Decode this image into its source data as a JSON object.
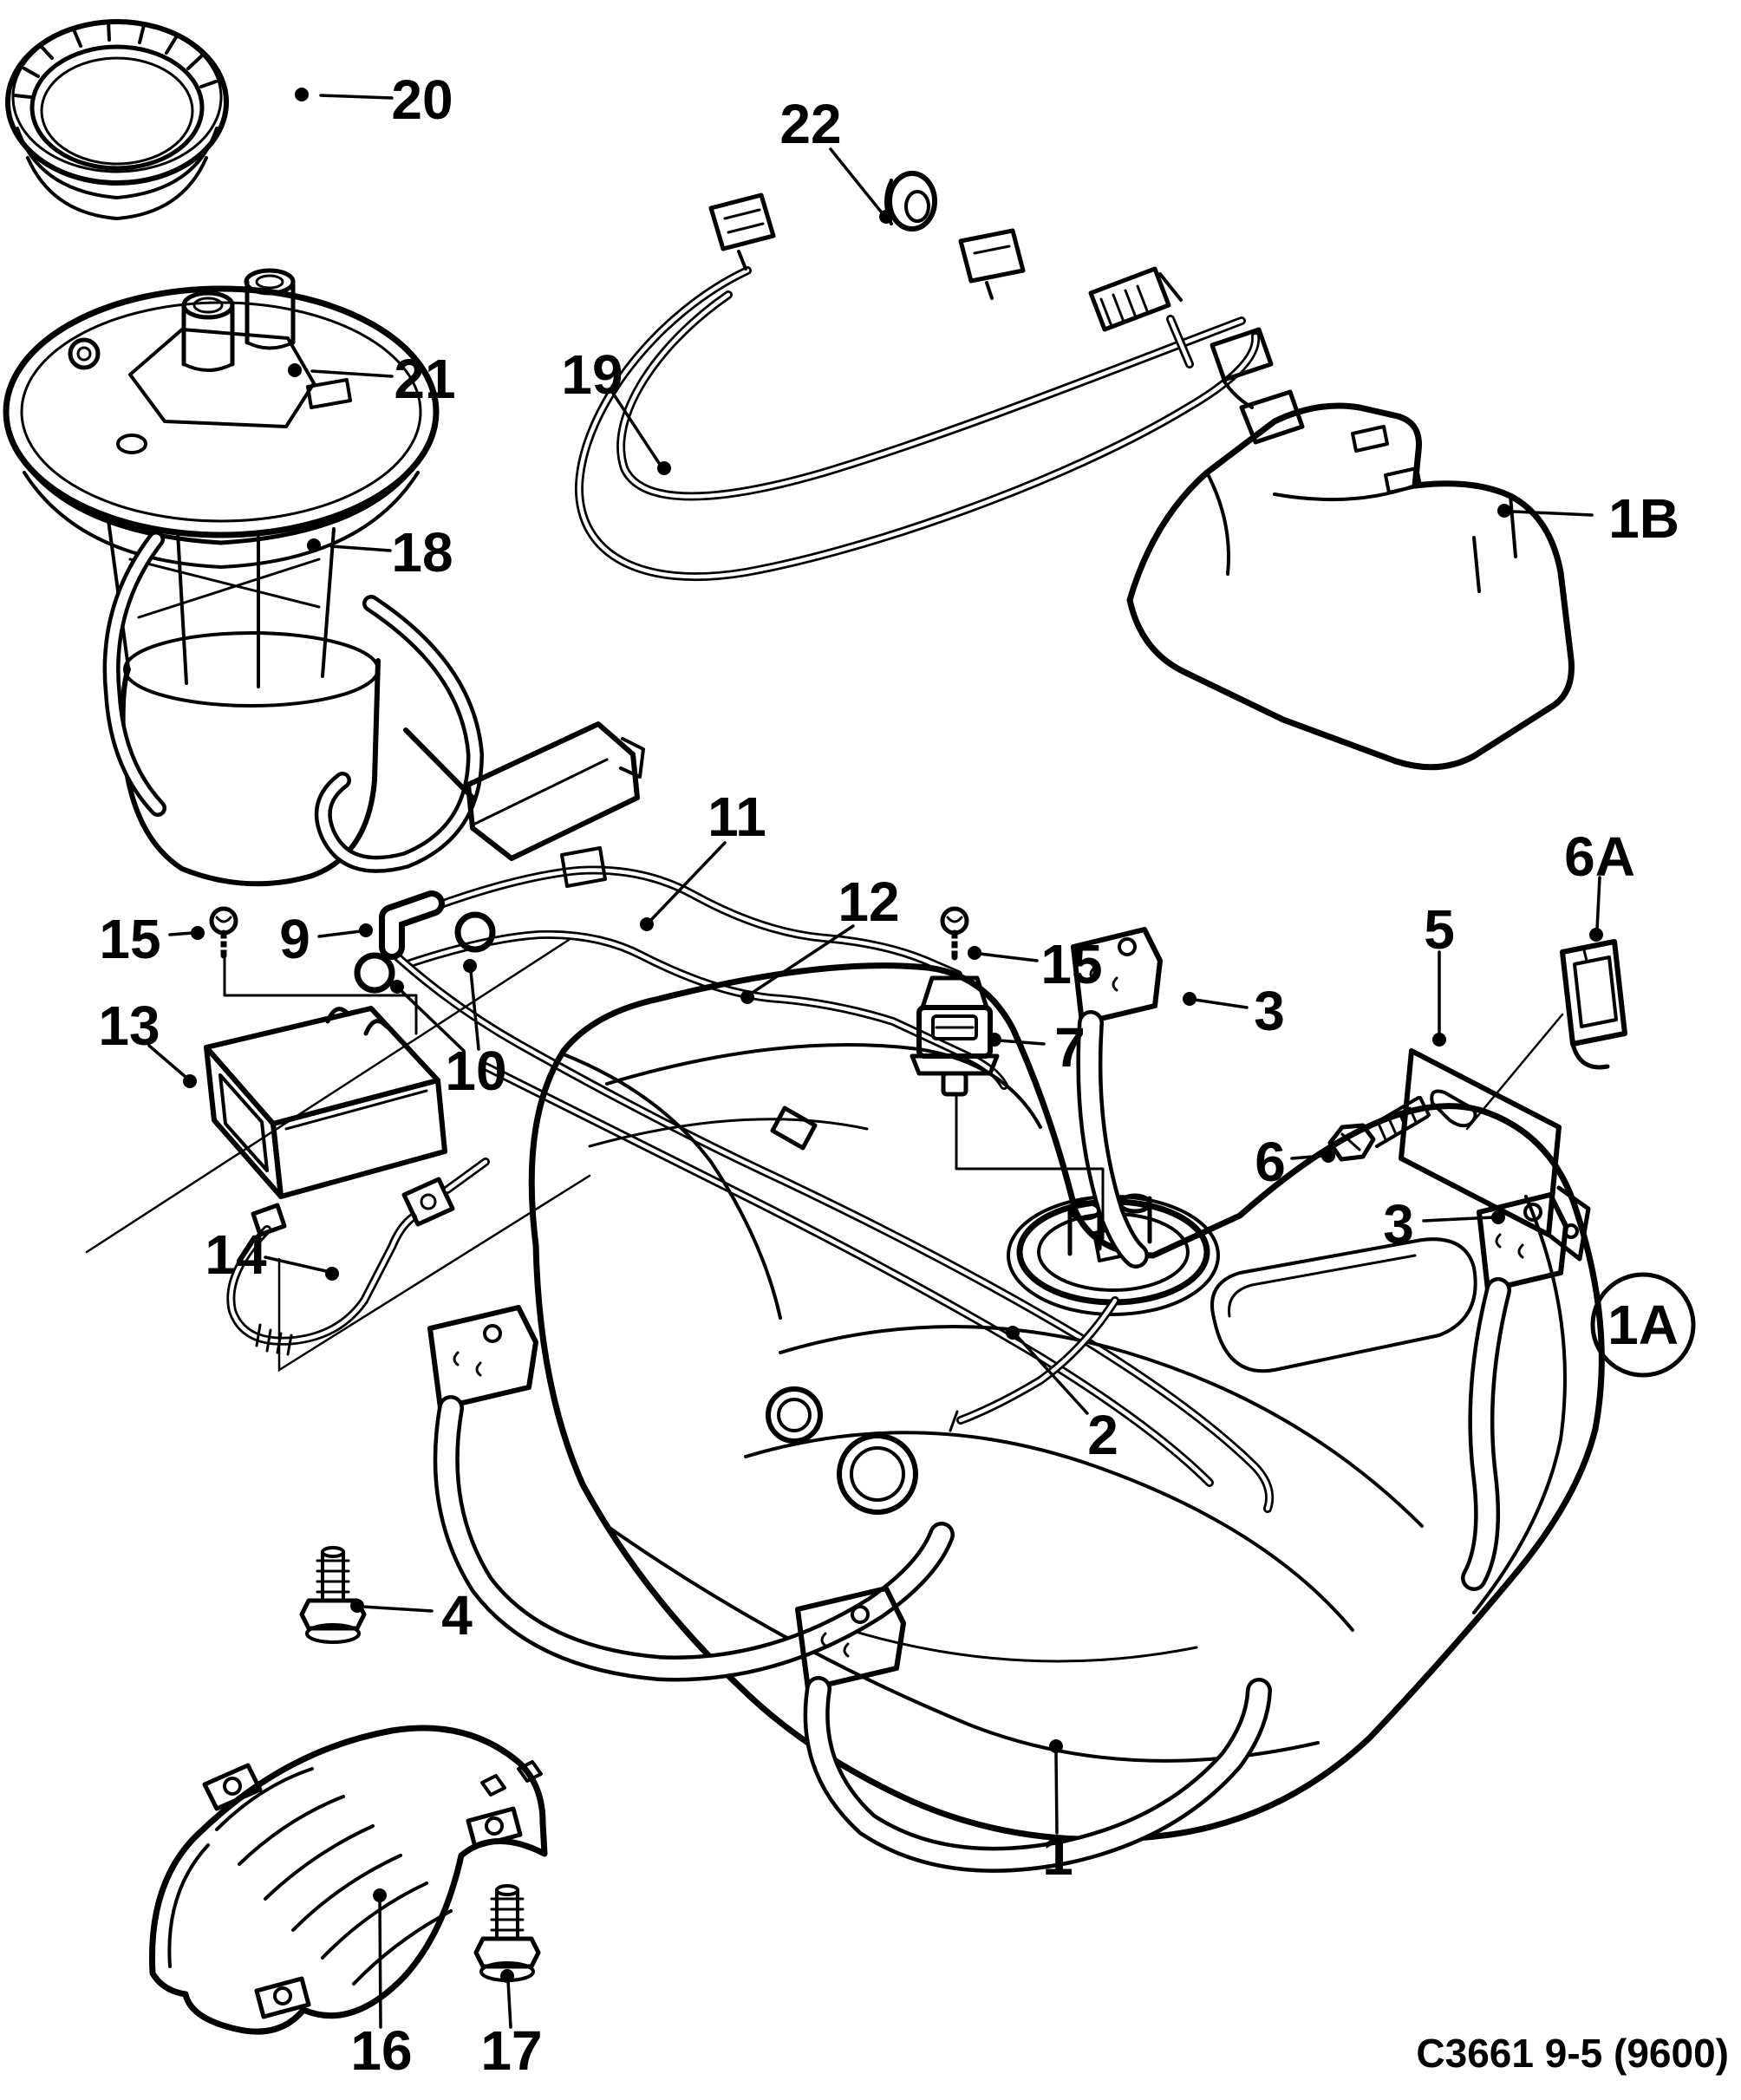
{
  "diagram": {
    "drawing_code": "C3661 9-5 (9600)",
    "colors": {
      "background": "#ffffff",
      "ink": "#000000"
    },
    "callouts": [
      {
        "id": "20",
        "label": "20"
      },
      {
        "id": "21",
        "label": "21"
      },
      {
        "id": "18",
        "label": "18"
      },
      {
        "id": "22",
        "label": "22"
      },
      {
        "id": "19",
        "label": "19"
      },
      {
        "id": "1B",
        "label": "1B"
      },
      {
        "id": "11",
        "label": "11"
      },
      {
        "id": "12",
        "label": "12"
      },
      {
        "id": "15a",
        "label": "15"
      },
      {
        "id": "9",
        "label": "9"
      },
      {
        "id": "10",
        "label": "10"
      },
      {
        "id": "13",
        "label": "13"
      },
      {
        "id": "14",
        "label": "14"
      },
      {
        "id": "15b",
        "label": "15"
      },
      {
        "id": "7",
        "label": "7"
      },
      {
        "id": "3a",
        "label": "3"
      },
      {
        "id": "5",
        "label": "5"
      },
      {
        "id": "6A",
        "label": "6A"
      },
      {
        "id": "6",
        "label": "6"
      },
      {
        "id": "3b",
        "label": "3"
      },
      {
        "id": "1A",
        "label": "1A"
      },
      {
        "id": "2",
        "label": "2"
      },
      {
        "id": "4",
        "label": "4"
      },
      {
        "id": "1",
        "label": "1"
      },
      {
        "id": "16",
        "label": "16"
      },
      {
        "id": "17",
        "label": "17"
      }
    ]
  }
}
